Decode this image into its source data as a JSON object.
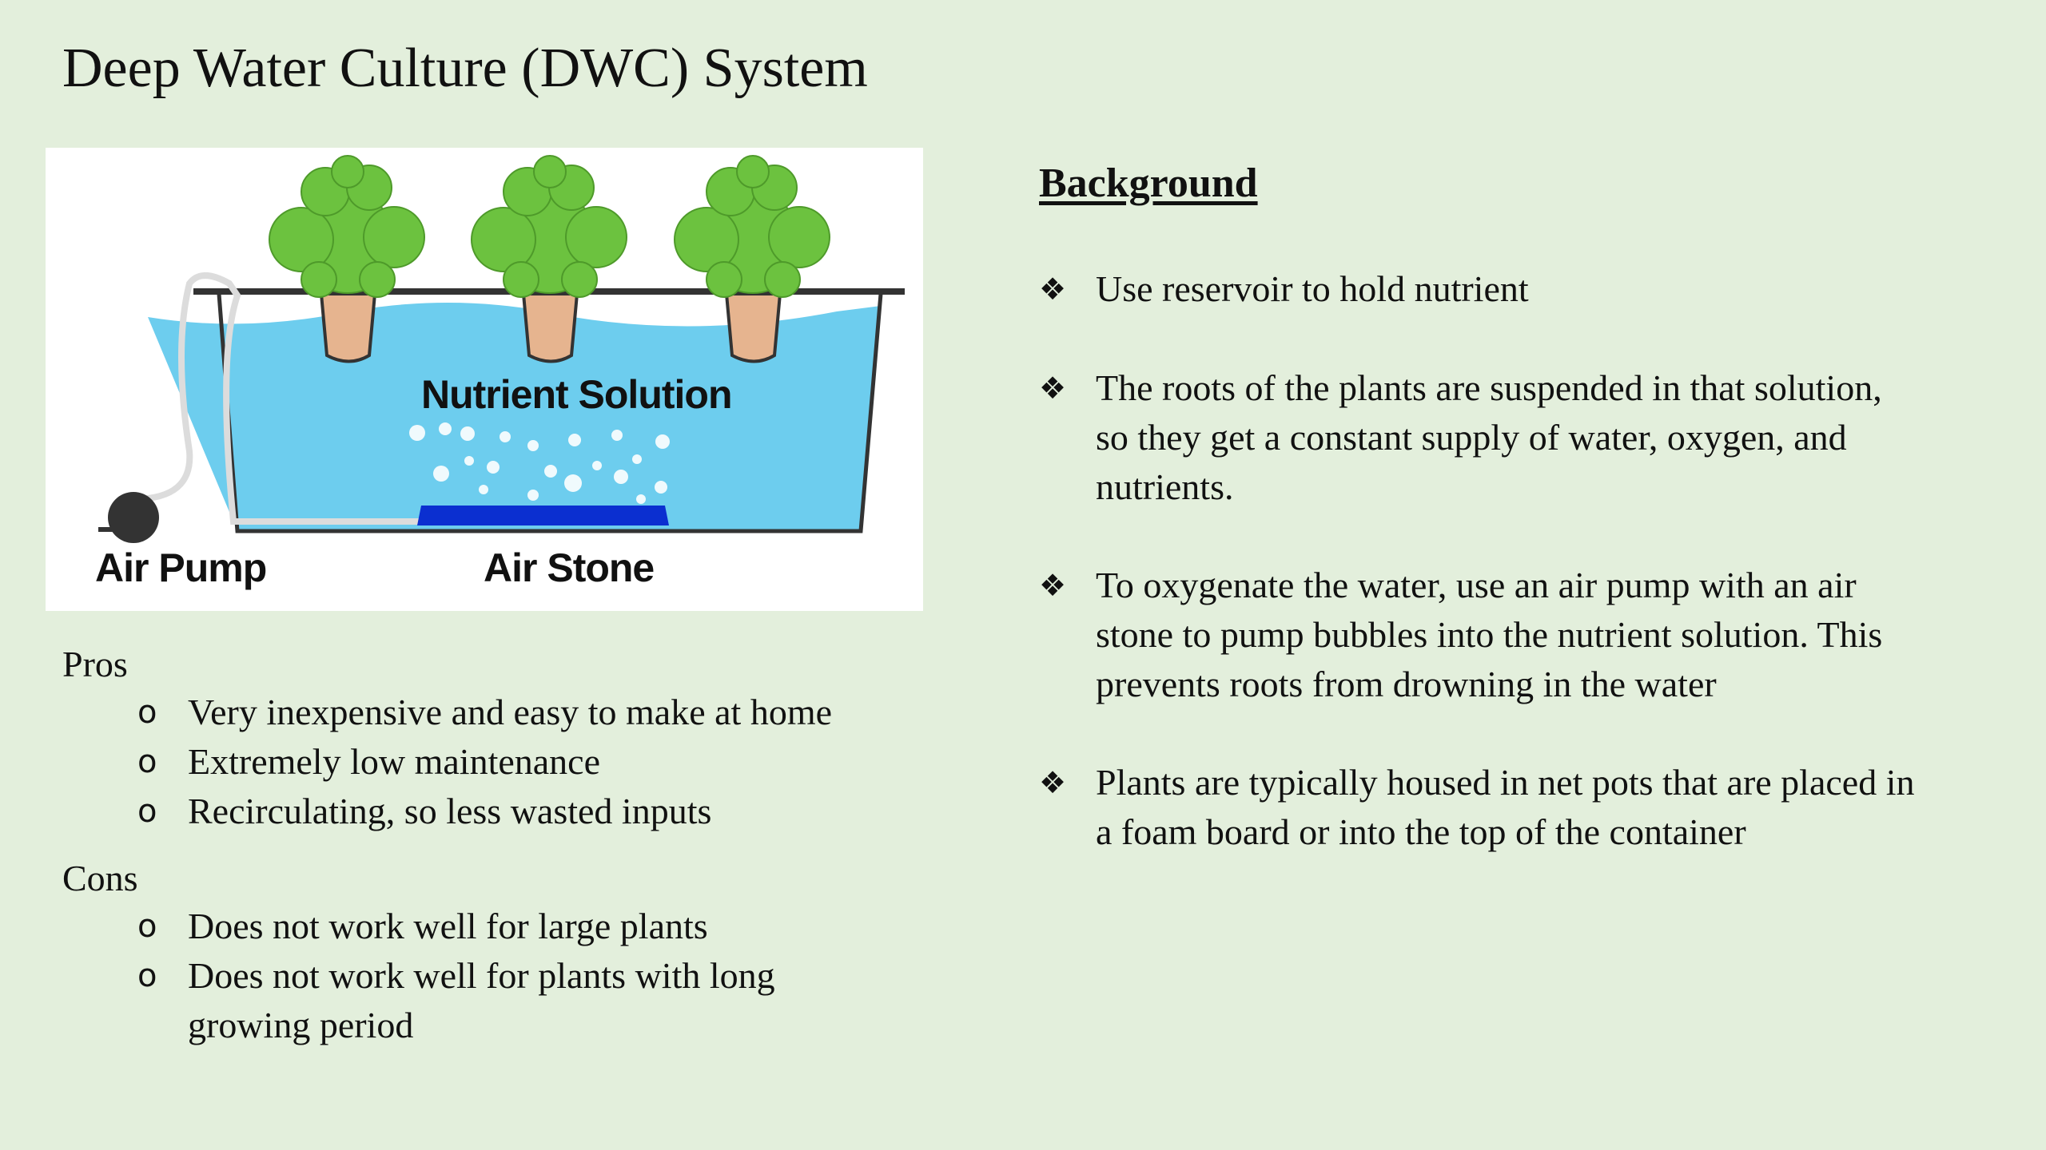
{
  "slide": {
    "title": "Deep Water Culture (DWC) System"
  },
  "diagram": {
    "label_nutrient": "Nutrient Solution",
    "label_air_pump": "Air Pump",
    "label_air_stone": "Air Stone"
  },
  "pros": {
    "heading": "Pros",
    "items": [
      "Very inexpensive and easy to make at home",
      "Extremely low maintenance",
      "Recirculating, so less wasted inputs"
    ]
  },
  "cons": {
    "heading": "Cons",
    "items": [
      "Does not work well for large plants",
      "Does not work well for plants with long growing period"
    ]
  },
  "background": {
    "heading": "Background",
    "items": [
      "Use reservoir to hold nutrient",
      "The roots of the plants are suspended in that solution, so they get a constant supply of water, oxygen, and nutrients.",
      "To oxygenate the water, use an air pump with an air stone to pump bubbles into the nutrient solution. This prevents roots from drowning in the water",
      "Plants are typically housed in net pots that are placed in a foam board or into the top of the container"
    ]
  },
  "bullets": {
    "sub": "o",
    "diamond": "❖"
  },
  "colors": {
    "page_background": "#e3efdc",
    "water": "#6dcdee",
    "leaf": "#6cc23f",
    "air_stone": "#0b2fd0"
  }
}
